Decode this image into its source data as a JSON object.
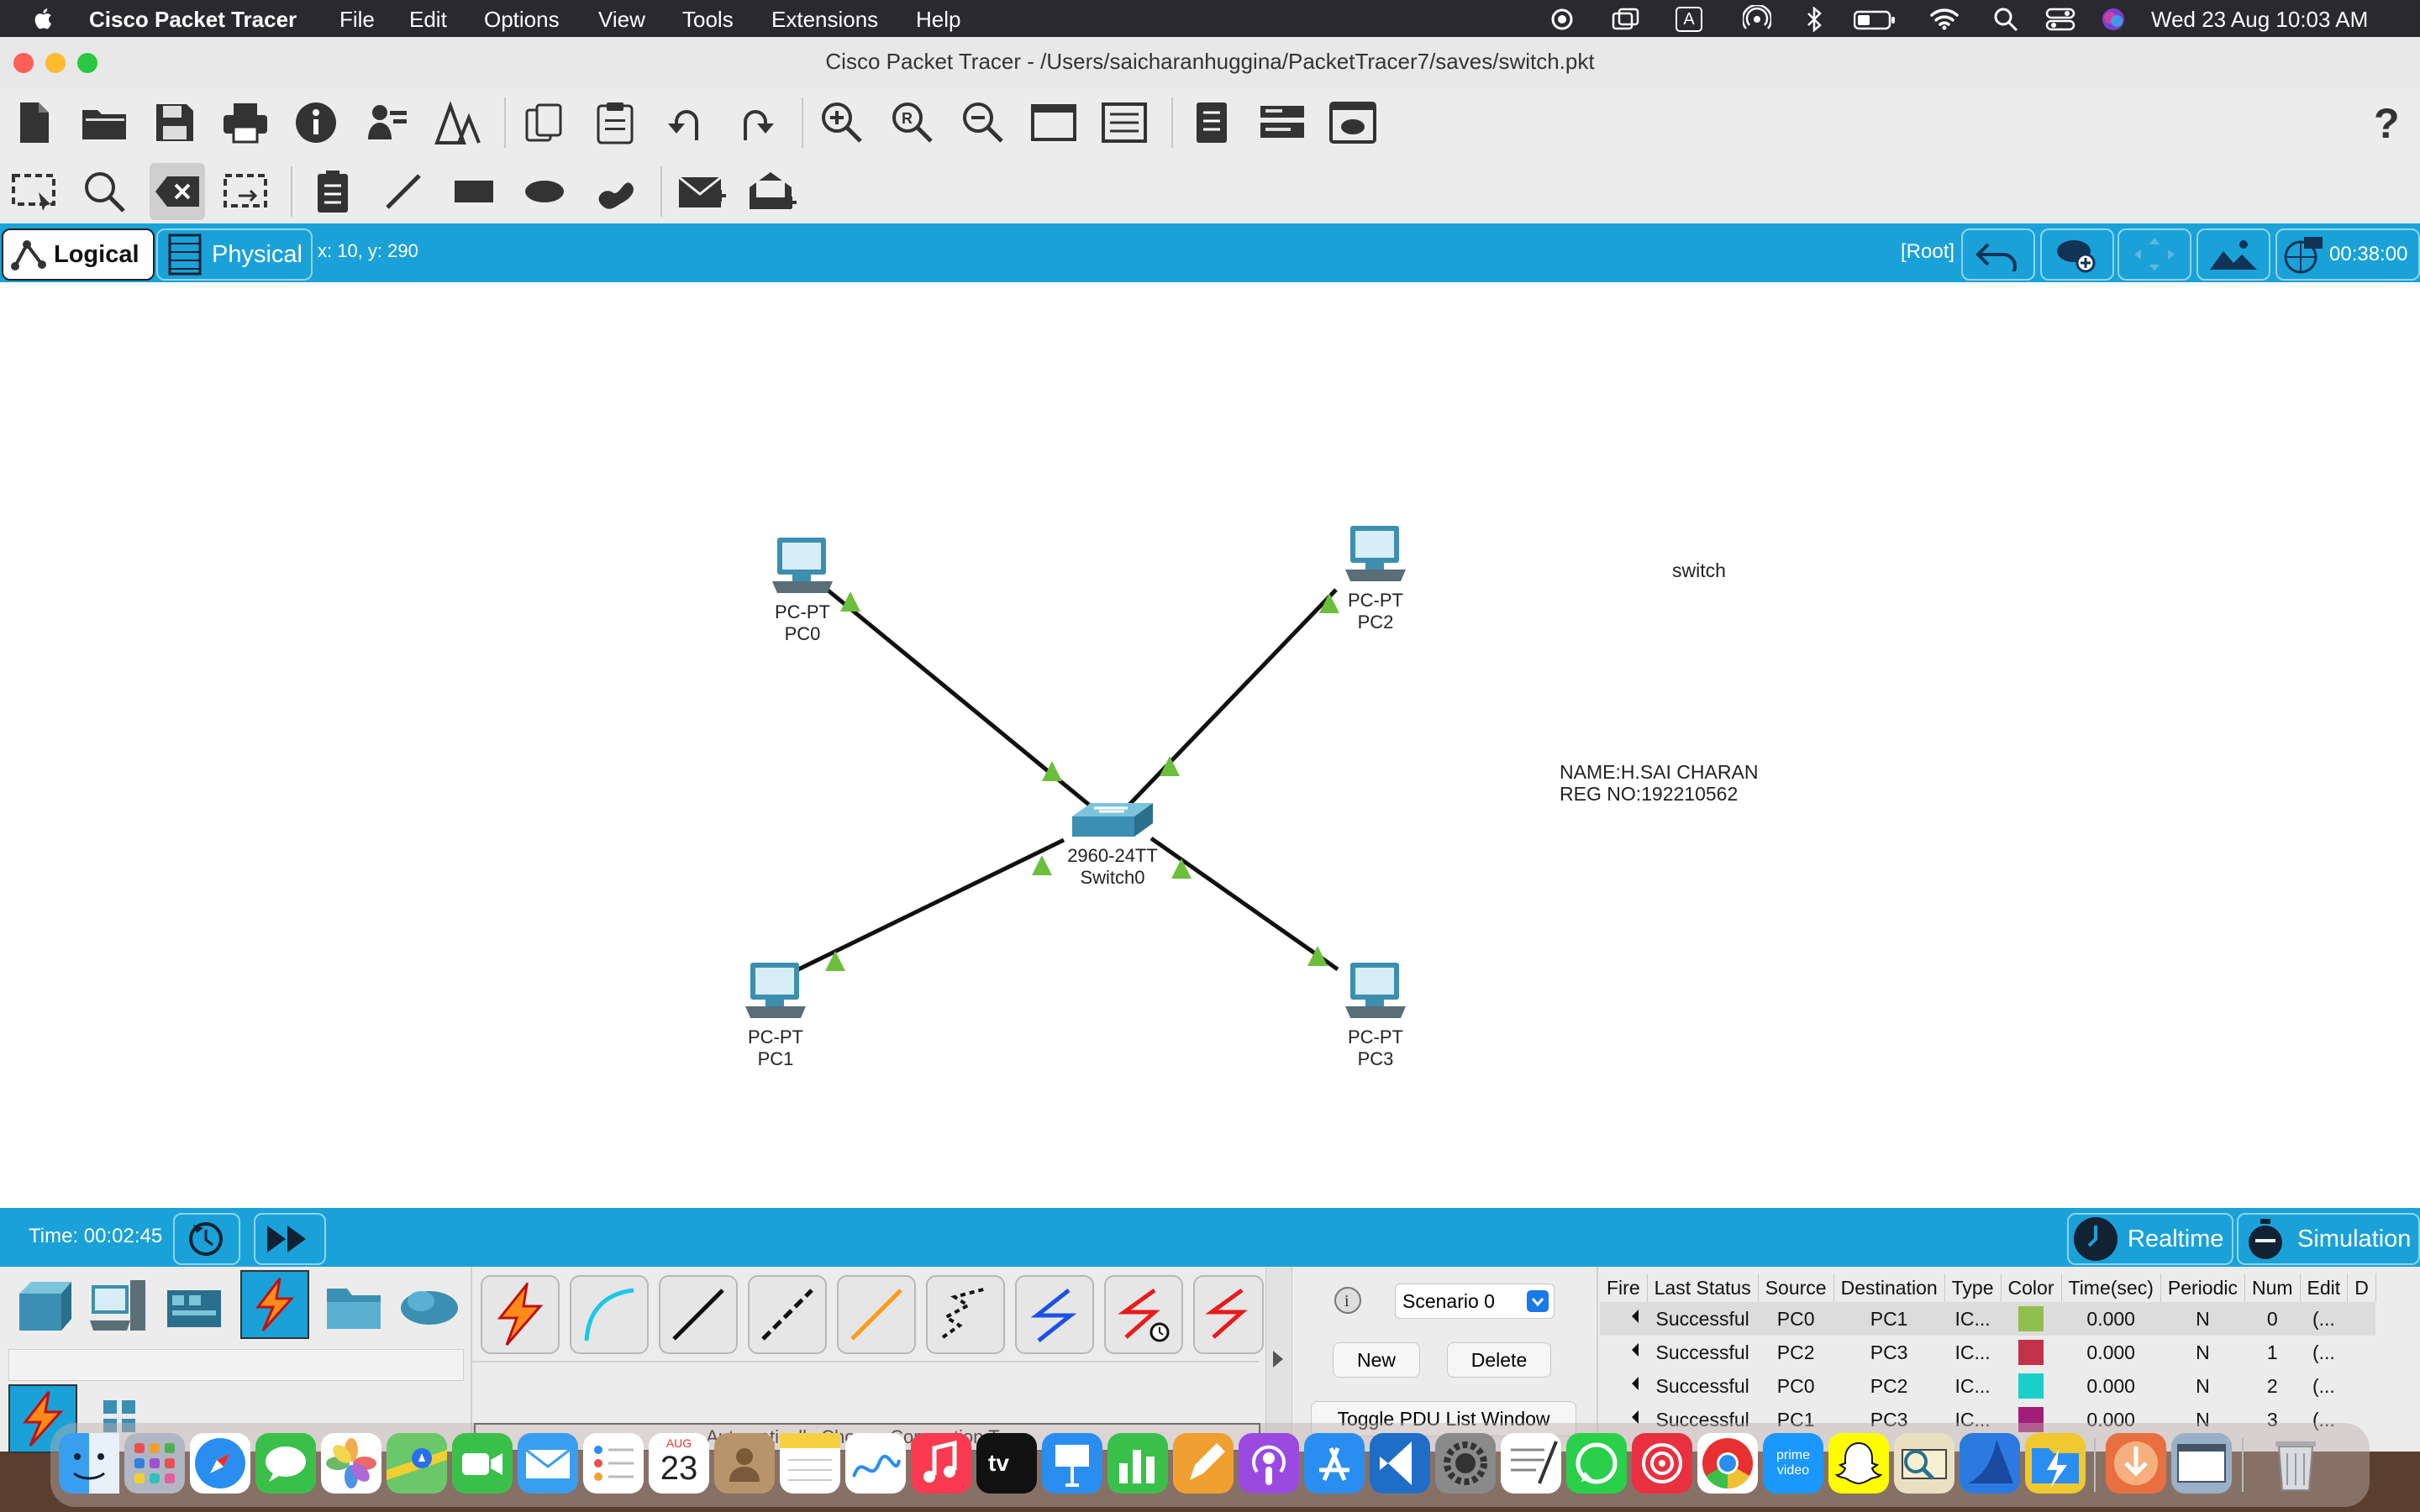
{
  "menubar": {
    "app_name": "Cisco Packet Tracer",
    "items": [
      "File",
      "Edit",
      "Options",
      "View",
      "Tools",
      "Extensions",
      "Help"
    ],
    "clock": "Wed 23 Aug  10:03 AM"
  },
  "window": {
    "title": "Cisco Packet Tracer - /Users/saicharanhuggina/PacketTracer7/saves/switch.pkt"
  },
  "workspace": {
    "logical_label": "Logical",
    "physical_label": "Physical",
    "coords": "x: 10, y: 290",
    "root_label": "[Root]",
    "clock": "00:38:00"
  },
  "topology": {
    "devices": [
      {
        "type": "PC-PT",
        "name": "PC0"
      },
      {
        "type": "PC-PT",
        "name": "PC2"
      },
      {
        "type": "PC-PT",
        "name": "PC1"
      },
      {
        "type": "PC-PT",
        "name": "PC3"
      },
      {
        "type": "2960-24TT",
        "name": "Switch0"
      }
    ],
    "note_switch": "switch",
    "note_name": "NAME:H.SAI CHARAN",
    "note_reg": "REG NO:192210562"
  },
  "timebar": {
    "time": "Time: 00:02:45",
    "realtime_label": "Realtime",
    "simulation_label": "Simulation"
  },
  "bottom": {
    "connection_hint": "Automatically Choose Connection Type",
    "scenario": "Scenario 0",
    "new_label": "New",
    "delete_label": "Delete",
    "toggle_label": "Toggle PDU List Window"
  },
  "pdu_table": {
    "headers": [
      "Fire",
      "Last Status",
      "Source",
      "Destination",
      "Type",
      "Color",
      "Time(sec)",
      "Periodic",
      "Num",
      "Edit",
      "D"
    ],
    "rows": [
      {
        "status": "Successful",
        "source": "PC0",
        "destination": "PC1",
        "type": "IC...",
        "color": "#8fbf4f",
        "time": "0.000",
        "periodic": "N",
        "num": "0",
        "edit": "(..."
      },
      {
        "status": "Successful",
        "source": "PC2",
        "destination": "PC3",
        "type": "IC...",
        "color": "#c0334a",
        "time": "0.000",
        "periodic": "N",
        "num": "1",
        "edit": "(..."
      },
      {
        "status": "Successful",
        "source": "PC0",
        "destination": "PC2",
        "type": "IC...",
        "color": "#19d0c8",
        "time": "0.000",
        "periodic": "N",
        "num": "2",
        "edit": "(..."
      },
      {
        "status": "Successful",
        "source": "PC1",
        "destination": "PC3",
        "type": "IC...",
        "color": "#a01e7a",
        "time": "0.000",
        "periodic": "N",
        "num": "3",
        "edit": "(..."
      }
    ]
  },
  "dock": {
    "calendar_month": "AUG",
    "calendar_day": "23",
    "tv_label": "tv",
    "prime_label": "prime video"
  },
  "colors": {
    "accent": "#1aa1d8",
    "link_up": "#6cbf3c"
  }
}
